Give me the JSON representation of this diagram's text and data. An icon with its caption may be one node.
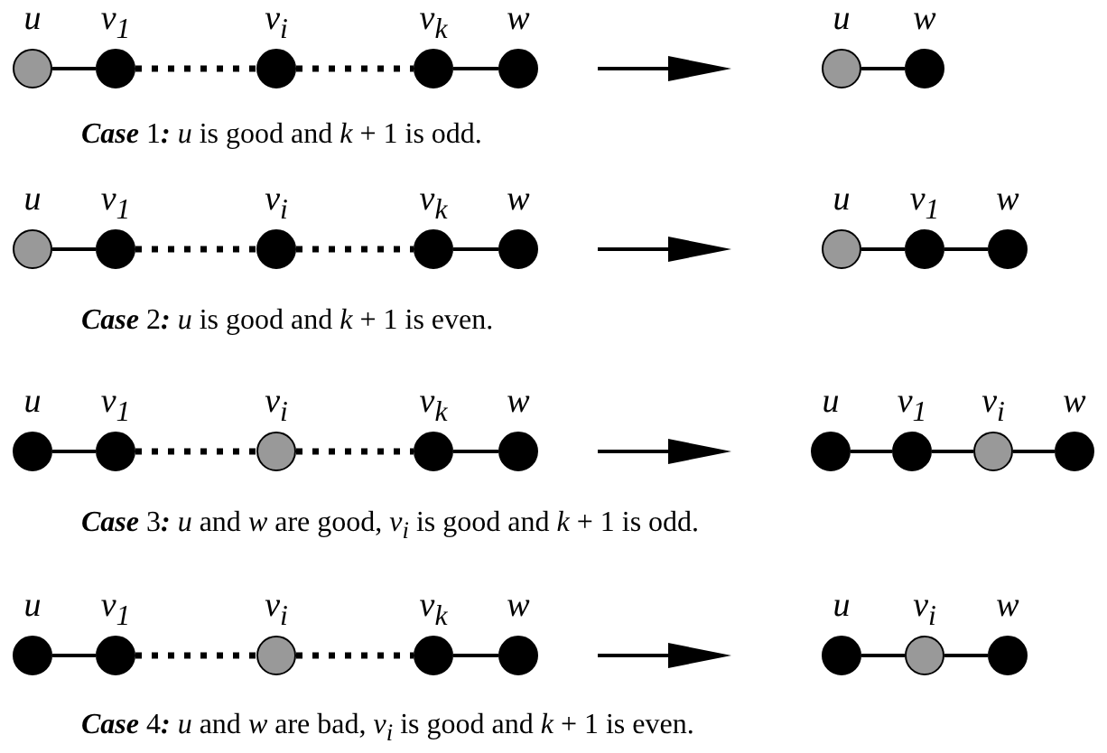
{
  "diagram": {
    "nodes": [
      {
        "text": [
          "u"
        ]
      },
      {
        "text": [
          "v$_{1}$"
        ]
      },
      {
        "text": [
          "v$_{i}$"
        ]
      },
      {
        "text": [
          "v$_{k}$"
        ]
      },
      {
        "text": [
          "w"
        ]
      },
      {
        "text": [
          "u"
        ]
      },
      {
        "text": [
          "w"
        ]
      },
      {
        "text": [
          "u"
        ]
      },
      {
        "text": [
          "v$_{1}$"
        ]
      },
      {
        "text": [
          "v$_{i}$"
        ]
      },
      {
        "text": [
          "v$_{k}$"
        ]
      },
      {
        "text": [
          "w"
        ]
      },
      {
        "text": [
          "u"
        ]
      },
      {
        "text": [
          "v$_{1}$"
        ]
      },
      {
        "text": [
          "w"
        ]
      },
      {
        "text": [
          "u"
        ]
      },
      {
        "text": [
          "v$_{1}$"
        ]
      },
      {
        "text": [
          "v$_{i}$"
        ]
      },
      {
        "text": [
          "v$_{k}$"
        ]
      },
      {
        "text": [
          "w"
        ]
      },
      {
        "text": [
          "u"
        ]
      },
      {
        "text": [
          "v$_{1}$"
        ]
      },
      {
        "text": [
          "v$_{i}$"
        ]
      },
      {
        "text": [
          "w"
        ]
      },
      {
        "text": [
          "u"
        ]
      },
      {
        "text": [
          "v$_{1}$"
        ]
      },
      {
        "text": [
          "v$_{i}$"
        ]
      },
      {
        "text": [
          "v$_{k}$"
        ]
      },
      {
        "text": [
          "w"
        ]
      },
      {
        "text": [
          "u"
        ]
      },
      {
        "text": [
          "v$_{i}$"
        ]
      },
      {
        "text": [
          "w"
        ]
      }
    ],
    "edges": [
      {
        "from": 0,
        "to": 1,
        "arrow": "none"
      },
      {
        "from": 1,
        "to": 2,
        "arrow": "none",
        "style": "dashed"
      },
      {
        "from": 2,
        "to": 3,
        "arrow": "none",
        "style": "dashed"
      },
      {
        "from": 3,
        "to": 4,
        "arrow": "none"
      },
      {
        "from": 5,
        "to": 6,
        "arrow": "none"
      },
      {
        "from": 7,
        "to": 8,
        "arrow": "none"
      },
      {
        "from": 8,
        "to": 9,
        "arrow": "none",
        "style": "dashed"
      },
      {
        "from": 9,
        "to": 10,
        "arrow": "none",
        "style": "dashed"
      },
      {
        "from": 10,
        "to": 11,
        "arrow": "none"
      },
      {
        "from": 12,
        "to": 13,
        "arrow": "none"
      },
      {
        "from": 13,
        "to": 14,
        "arrow": "none"
      },
      {
        "from": 15,
        "to": 16,
        "arrow": "none"
      },
      {
        "from": 16,
        "to": 17,
        "arrow": "none",
        "style": "dashed"
      },
      {
        "from": 17,
        "to": 18,
        "arrow": "none",
        "style": "dashed"
      },
      {
        "from": 18,
        "to": 19,
        "arrow": "none"
      },
      {
        "from": 20,
        "to": 21,
        "arrow": "none"
      },
      {
        "from": 21,
        "to": 22,
        "arrow": "none"
      },
      {
        "from": 22,
        "to": 23,
        "arrow": "none"
      },
      {
        "from": 24,
        "to": 25,
        "arrow": "none"
      },
      {
        "from": 25,
        "to": 26,
        "arrow": "none",
        "style": "dashed"
      },
      {
        "from": 26,
        "to": 27,
        "arrow": "none",
        "style": "dashed"
      },
      {
        "from": 27,
        "to": 28,
        "arrow": "none"
      },
      {
        "from": 29,
        "to": 30,
        "arrow": "none"
      },
      {
        "from": 30,
        "to": 31,
        "arrow": "none"
      }
    ],
    "labels": [
      "**Case** 1**:** *u* is good and *k* + 1 is odd.",
      "**Case** 2**:** *u* is good and *k* + 1 is even.",
      "**Case** 3**:** *u* and *w* are good, *v*$_{i}$ is good and *k* + 1 is odd.",
      "**Case** 4**:** *u* and *w* are bad, *v*$_{i}$ is good and *k* + 1 is even."
    ]
  }
}
